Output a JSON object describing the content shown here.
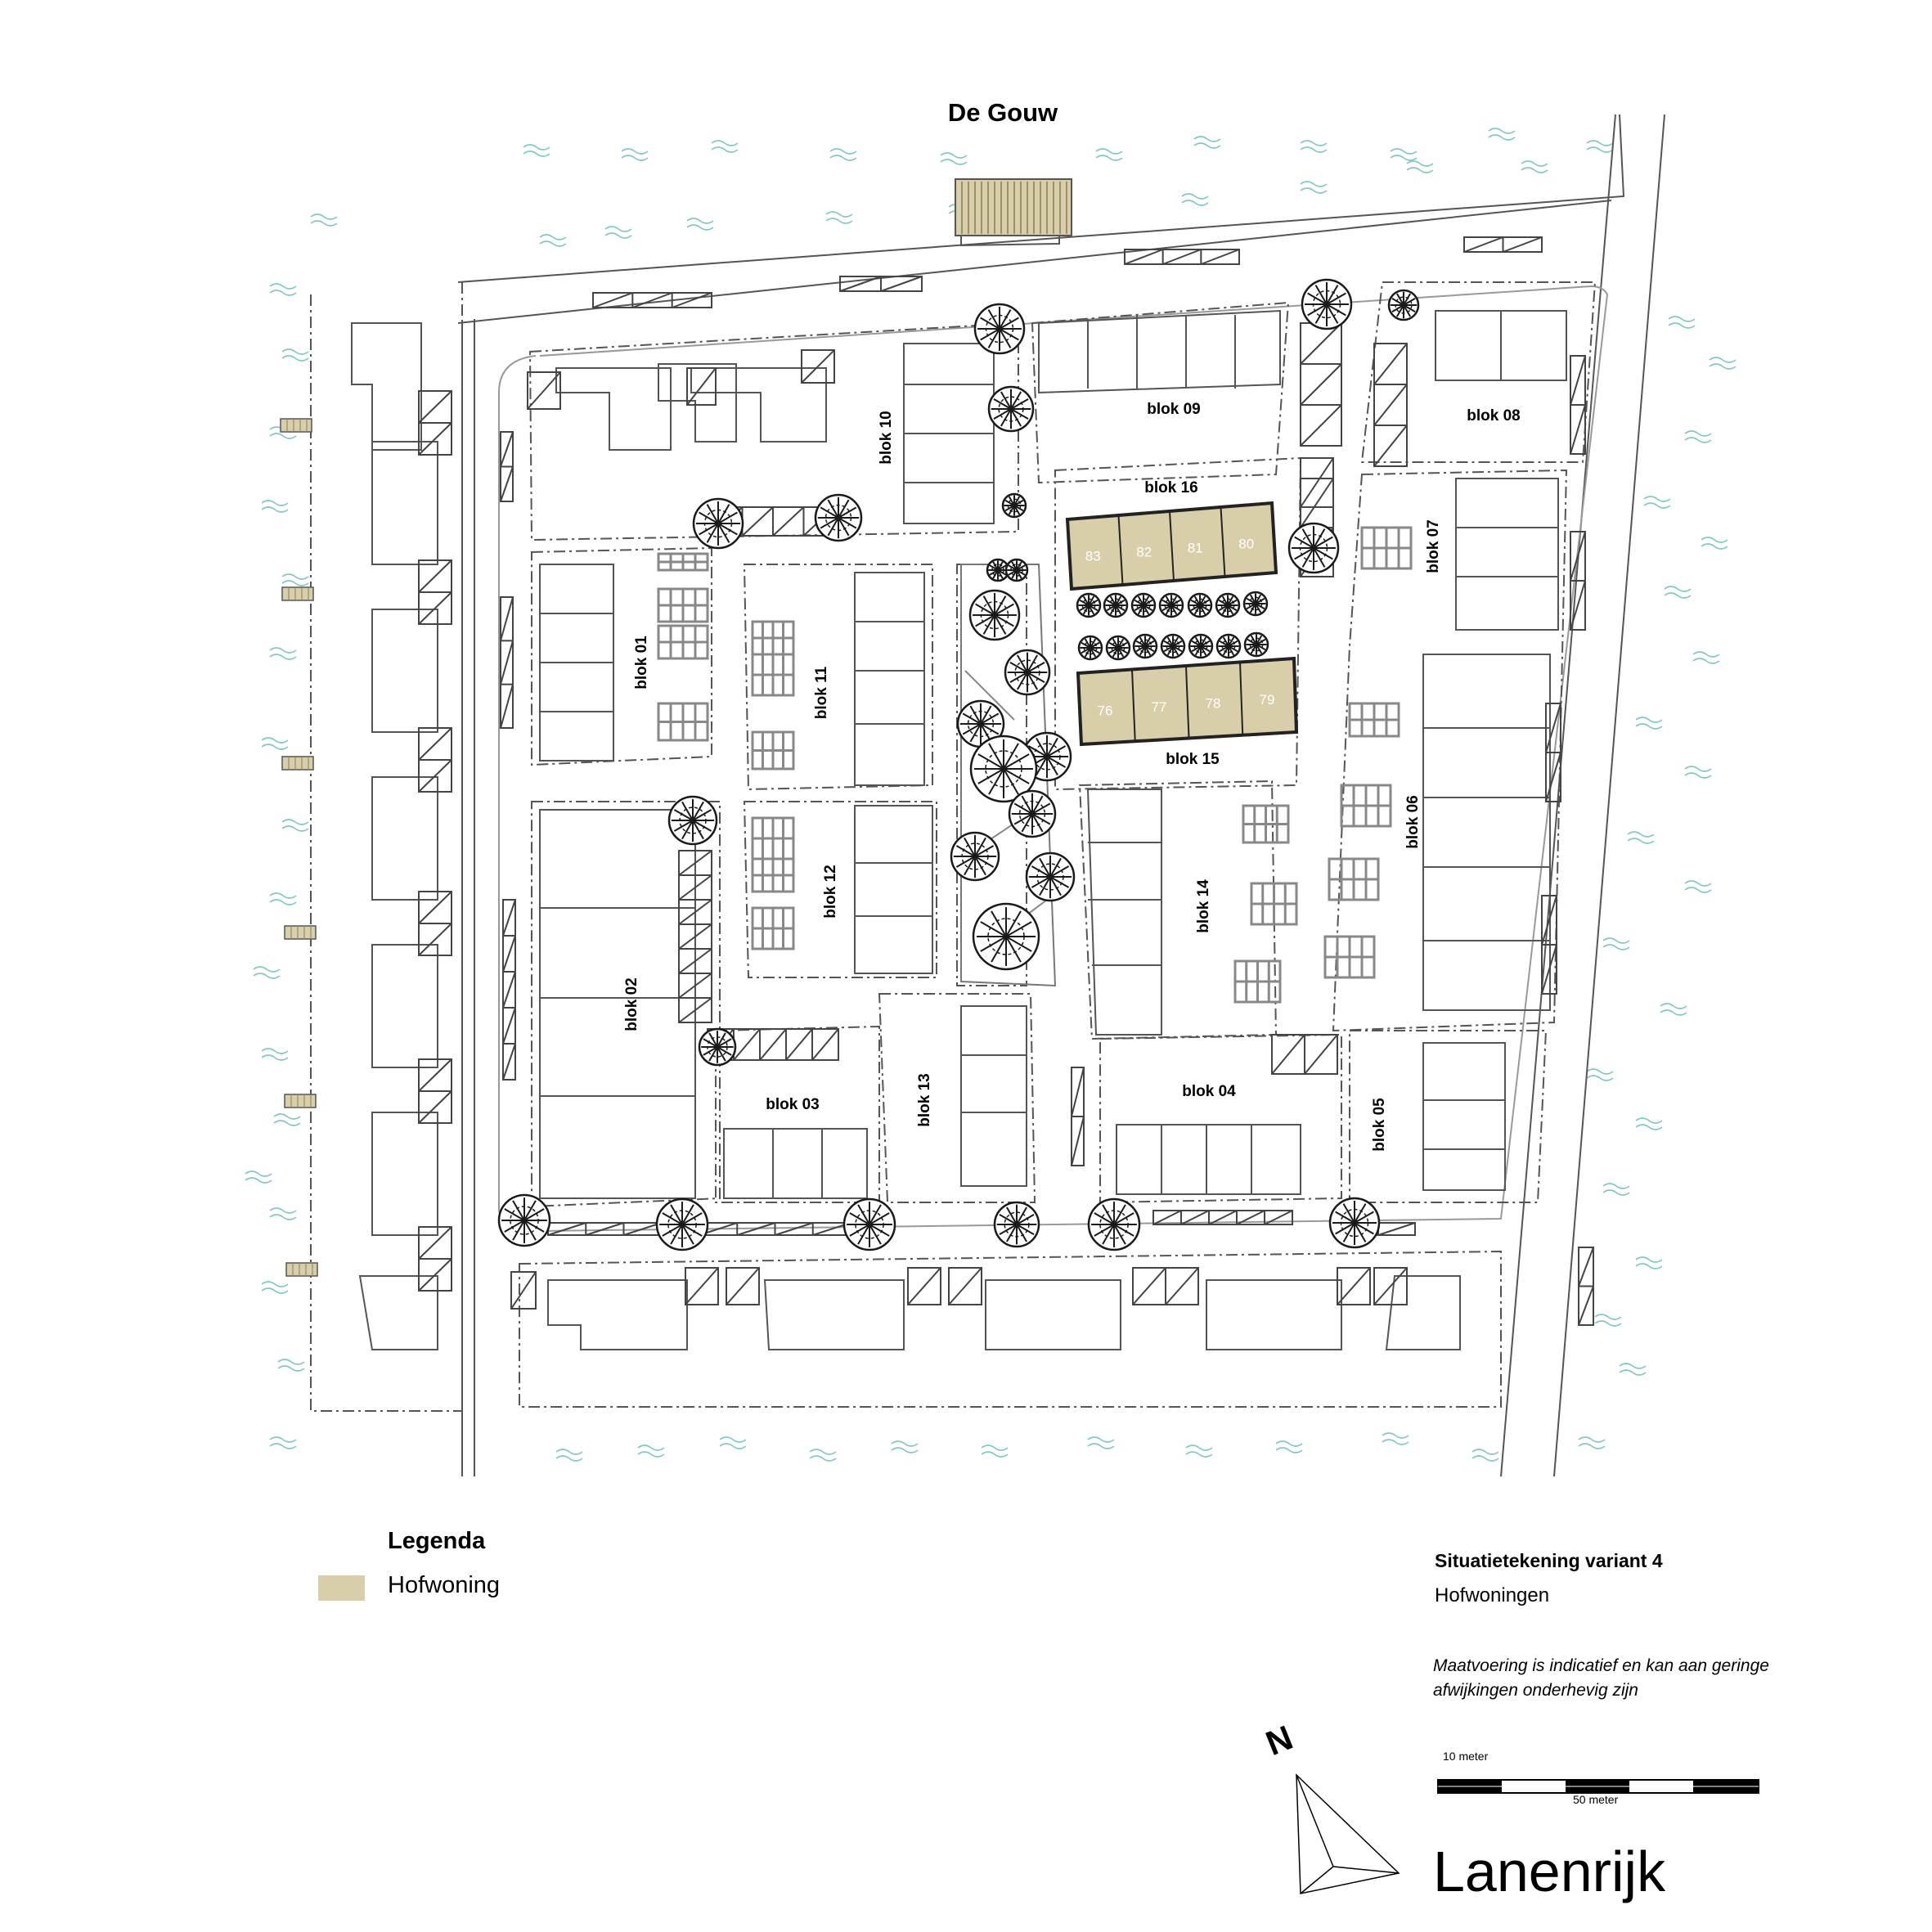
{
  "map": {
    "water_name": "De Gouw",
    "blocks": [
      {
        "id": "blok-01",
        "label": "blok 01"
      },
      {
        "id": "blok-02",
        "label": "blok 02"
      },
      {
        "id": "blok-03",
        "label": "blok 03"
      },
      {
        "id": "blok-04",
        "label": "blok 04"
      },
      {
        "id": "blok-05",
        "label": "blok 05"
      },
      {
        "id": "blok-06",
        "label": "blok 06"
      },
      {
        "id": "blok-07",
        "label": "blok 07"
      },
      {
        "id": "blok-08",
        "label": "blok 08"
      },
      {
        "id": "blok-09",
        "label": "blok 09"
      },
      {
        "id": "blok-10",
        "label": "blok 10"
      },
      {
        "id": "blok-11",
        "label": "blok 11"
      },
      {
        "id": "blok-12",
        "label": "blok 12"
      },
      {
        "id": "blok-13",
        "label": "blok 13"
      },
      {
        "id": "blok-14",
        "label": "blok 14"
      },
      {
        "id": "blok-15",
        "label": "blok 15"
      },
      {
        "id": "blok-16",
        "label": "blok 16"
      }
    ],
    "hofwoningen_north_row": [
      "83",
      "82",
      "81",
      "80"
    ],
    "hofwoningen_south_row": [
      "76",
      "77",
      "78",
      "79"
    ],
    "colors": {
      "hofwoning": "#d9ceaa",
      "water": "#7fc9c4",
      "line": "#555555",
      "tree": "#1a1a1a"
    }
  },
  "legend": {
    "title": "Legenda",
    "items": [
      {
        "label": "Hofwoning",
        "color": "#d9ceaa"
      }
    ]
  },
  "title_block": {
    "title": "Situatietekening variant 4",
    "subtitle": "Hofwoningen",
    "note": "Maatvoering is indicatief en kan aan geringe afwijkingen onderhevig zijn",
    "scale_small": "10 meter",
    "scale_large": "50 meter",
    "north": "N",
    "brand": "Lanenrijk"
  }
}
